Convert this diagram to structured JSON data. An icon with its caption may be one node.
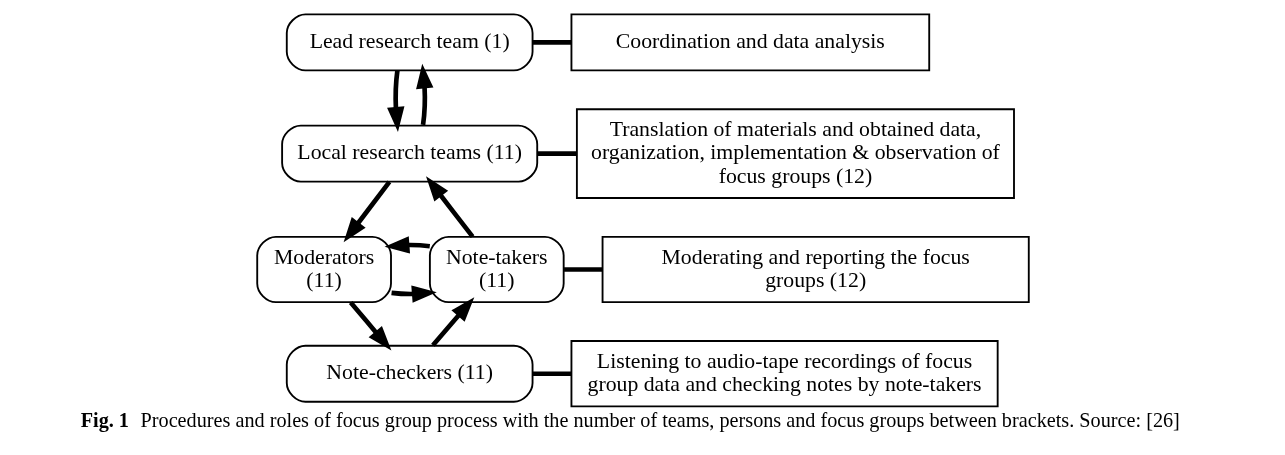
{
  "diagram": {
    "caption": "**Fig. 1** Procedures and roles of focus group process with the number of teams, persons and focus groups between brackets. Source: [26]",
    "nodes": [
      {
        "text": [
          "Lead research team (1)"
        ]
      },
      {
        "text": [
          "Coordination and data analysis"
        ]
      },
      {
        "text": [
          "Local research teams (11)"
        ]
      },
      {
        "text": [
          "Translation of materials and obtained data, organization, implementation & observation of focus groups (12)"
        ]
      },
      {
        "text": [
          "Moderators (11)"
        ]
      },
      {
        "text": [
          "Note-takers (11)"
        ]
      },
      {
        "text": [
          "Moderating and reporting the focus groups (12)"
        ]
      },
      {
        "text": [
          "Note-checkers (11)"
        ]
      },
      {
        "text": [
          "Listening to audio-tape recordings of focus group data and checking notes by note-takers"
        ]
      }
    ],
    "edges": [
      {
        "from": 0,
        "to": 1,
        "arrow": "none"
      },
      {
        "from": 0,
        "to": 2,
        "arrow": "to"
      },
      {
        "from": 2,
        "to": 0,
        "arrow": "to"
      },
      {
        "from": 2,
        "to": 3,
        "arrow": "none"
      },
      {
        "from": 2,
        "to": 4,
        "arrow": "to"
      },
      {
        "from": 5,
        "to": 2,
        "arrow": "to"
      },
      {
        "from": 4,
        "to": 5,
        "arrow": "to"
      },
      {
        "from": 5,
        "to": 4,
        "arrow": "to"
      },
      {
        "from": 5,
        "to": 6,
        "arrow": "none"
      },
      {
        "from": 4,
        "to": 7,
        "arrow": "to"
      },
      {
        "from": 7,
        "to": 5,
        "arrow": "to"
      },
      {
        "from": 7,
        "to": 8,
        "arrow": "none"
      }
    ]
  }
}
